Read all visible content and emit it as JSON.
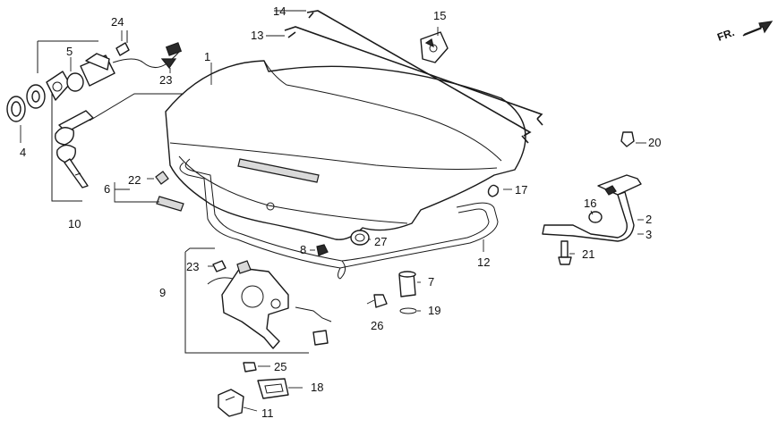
{
  "orientation": {
    "label": "FR."
  },
  "callouts": [
    {
      "id": "c1",
      "text": "1"
    },
    {
      "id": "c2",
      "text": "2"
    },
    {
      "id": "c3",
      "text": "3"
    },
    {
      "id": "c4",
      "text": "4"
    },
    {
      "id": "c5",
      "text": "5"
    },
    {
      "id": "c6",
      "text": "6"
    },
    {
      "id": "c7",
      "text": "7"
    },
    {
      "id": "c8",
      "text": "8"
    },
    {
      "id": "c9",
      "text": "9"
    },
    {
      "id": "c10",
      "text": "10"
    },
    {
      "id": "c11",
      "text": "11"
    },
    {
      "id": "c12",
      "text": "12"
    },
    {
      "id": "c13",
      "text": "13"
    },
    {
      "id": "c14",
      "text": "14"
    },
    {
      "id": "c15",
      "text": "15"
    },
    {
      "id": "c16",
      "text": "16"
    },
    {
      "id": "c17",
      "text": "17"
    },
    {
      "id": "c18",
      "text": "18"
    },
    {
      "id": "c19",
      "text": "19"
    },
    {
      "id": "c20",
      "text": "20"
    },
    {
      "id": "c21",
      "text": "21"
    },
    {
      "id": "c22",
      "text": "22"
    },
    {
      "id": "c23a",
      "text": "23"
    },
    {
      "id": "c23b",
      "text": "23"
    },
    {
      "id": "c24",
      "text": "24"
    },
    {
      "id": "c25",
      "text": "25"
    },
    {
      "id": "c26",
      "text": "26"
    },
    {
      "id": "c27",
      "text": "27"
    }
  ]
}
